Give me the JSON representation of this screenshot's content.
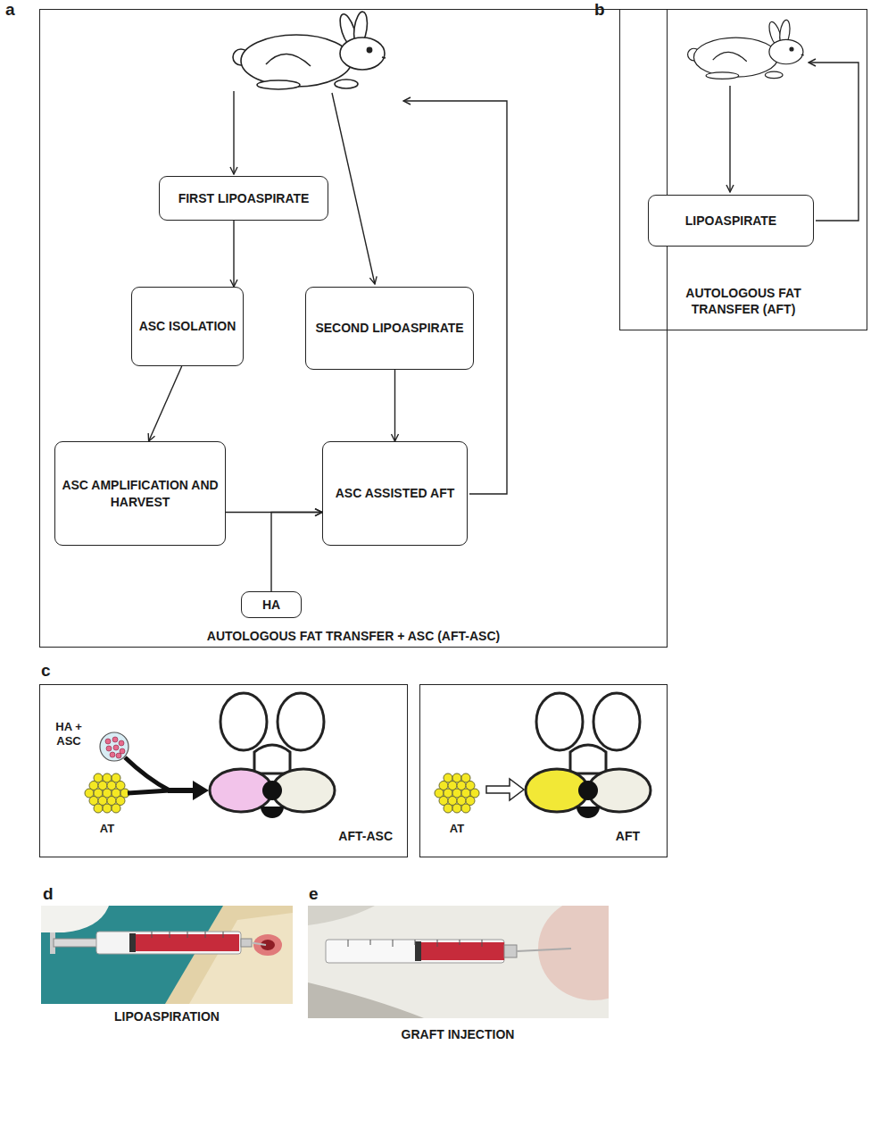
{
  "diagram": {
    "nodes": [
      {
        "text": [
          "AUTOLOGOUS FAT TRANSFER + ASC (AFT-ASC)"
        ]
      },
      {
        "text": [
          "FIRST LIPOASPIRATE"
        ],
        "in": 0
      },
      {
        "text": [
          "ASC ISOLATION"
        ],
        "in": 0
      },
      {
        "text": [
          "SECOND LIPOASPIRATE"
        ],
        "in": 0
      },
      {
        "text": [
          "ASC AMPLIFICATION AND HARVEST"
        ],
        "in": 0
      },
      {
        "text": [
          "ASC ASSISTED AFT"
        ],
        "in": 0
      },
      {
        "text": [
          "HA"
        ],
        "in": 0
      },
      {
        "text": [
          "AUTOLOGOUS FAT TRANSFER (AFT)"
        ]
      },
      {
        "text": [
          "LIPOASPIRATE"
        ],
        "in": 7
      },
      {
        "text": [
          "AFT-ASC"
        ]
      },
      {
        "text": [
          "AFT"
        ]
      }
    ],
    "edges": [
      {
        "from": 1,
        "to": 2,
        "arrow": "to"
      },
      {
        "from": 2,
        "to": 4,
        "arrow": "to"
      },
      {
        "from": 4,
        "to": 5,
        "arrow": "to"
      },
      {
        "from": 3,
        "to": 5,
        "arrow": "to"
      },
      {
        "from": 6,
        "to": 5,
        "arrow": "to"
      }
    ],
    "labels": [
      "a",
      "b",
      "c",
      "d",
      "e",
      "HA + ASC",
      "AT",
      "AT",
      "LIPOASPIRATION",
      "GRAFT INJECTION"
    ]
  }
}
